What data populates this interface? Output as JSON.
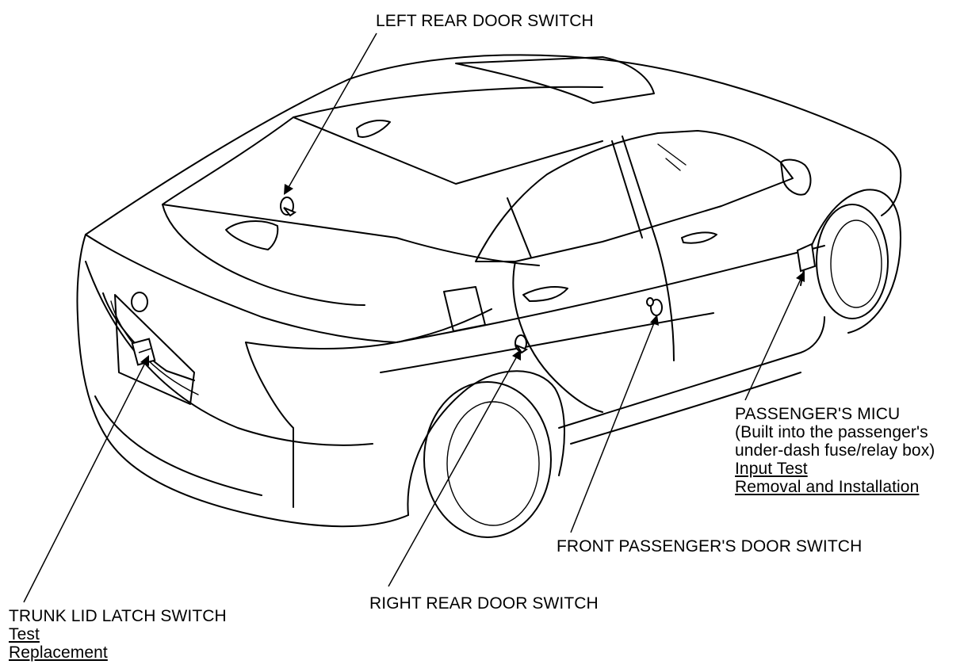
{
  "callouts": {
    "left_rear_door_switch": {
      "title": "LEFT REAR DOOR SWITCH"
    },
    "trunk_lid_latch_switch": {
      "title": "TRUNK LID LATCH SWITCH",
      "links": [
        "Test",
        "Replacement"
      ]
    },
    "right_rear_door_switch": {
      "title": "RIGHT REAR DOOR SWITCH"
    },
    "front_passenger_door_switch": {
      "title": "FRONT PASSENGER'S DOOR SWITCH"
    },
    "passenger_micu": {
      "title": "PASSENGER'S MICU",
      "note_lines": [
        "(Built into the passenger's",
        "under-dash fuse/relay box)"
      ],
      "links": [
        "Input Test",
        "Removal and Installation"
      ]
    }
  }
}
